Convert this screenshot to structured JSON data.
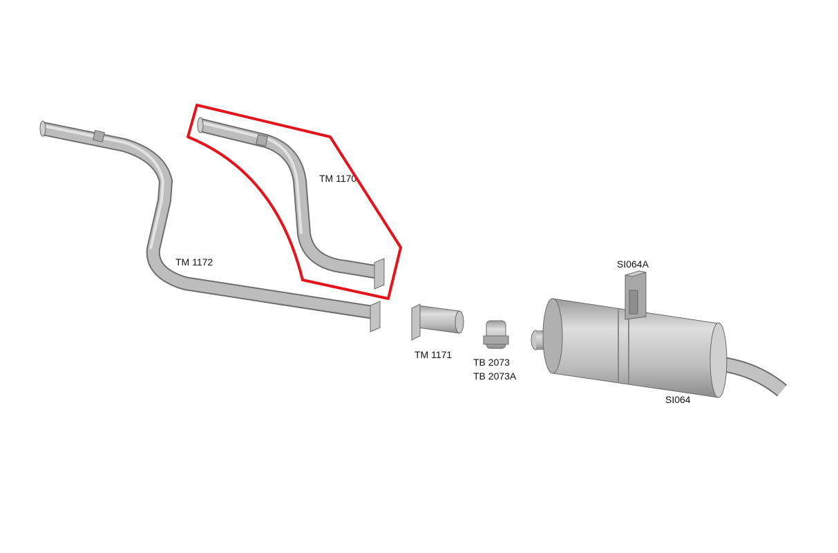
{
  "labels": {
    "tm1170": "TM 1170",
    "tm1172": "TM 1172",
    "tm1171": "TM 1171",
    "tb2073": "TB 2073",
    "tb2073a": "TB 2073A",
    "si064a": "SI064A",
    "si064": "SI064"
  },
  "colors": {
    "highlight": "#e3141b",
    "part": "#b8b8b8",
    "part_edge": "#6e6e6e"
  }
}
